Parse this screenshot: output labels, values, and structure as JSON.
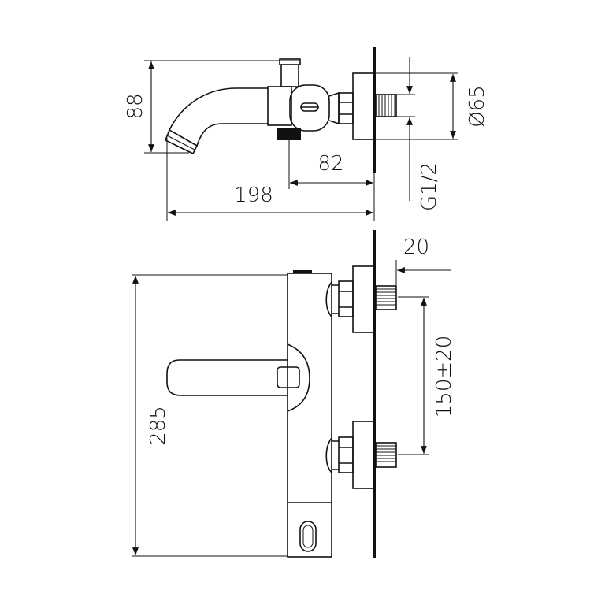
{
  "title": "Bath thermostatic mixer dimension drawing",
  "colors": {
    "line": "#111111",
    "background": "#ffffff"
  },
  "top_view": {
    "height_label": "88",
    "diameter_label": "Ø65",
    "thread_label": "G1/2",
    "projection_label": "82",
    "length_label": "198"
  },
  "front_view": {
    "height_label": "285",
    "thread_length_label": "20",
    "spacing_label": "150±20"
  }
}
